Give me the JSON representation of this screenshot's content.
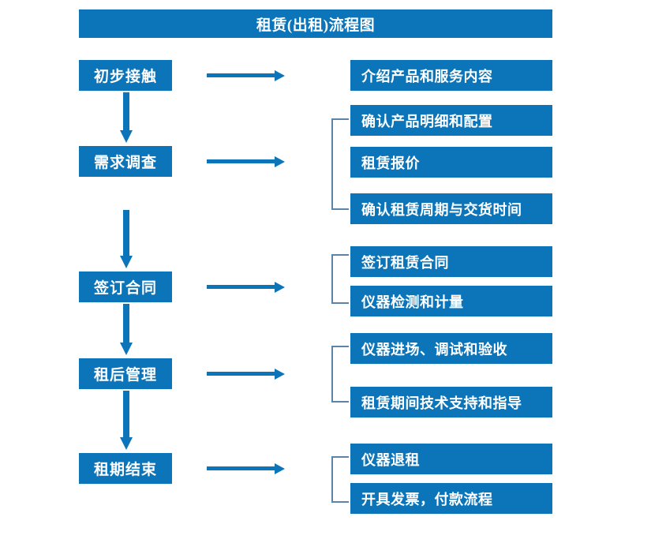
{
  "title": {
    "text": "租赁(出租)流程图"
  },
  "theme": {
    "box_fill": "#0c75ba",
    "box_text": "#ffffff",
    "arrow_color": "#0c75ba",
    "bracket_color": "#5b84a8",
    "background": "#ffffff"
  },
  "stages": [
    {
      "label": "初步接触"
    },
    {
      "label": "需求调查"
    },
    {
      "label": "签订合同"
    },
    {
      "label": "租后管理"
    },
    {
      "label": "租期结束"
    }
  ],
  "details": [
    {
      "label": "介绍产品和服务内容"
    },
    {
      "label": "确认产品明细和配置"
    },
    {
      "label": "租赁报价"
    },
    {
      "label": "确认租赁周期与交货时间"
    },
    {
      "label": "签订租赁合同"
    },
    {
      "label": "仪器检测和计量"
    },
    {
      "label": "仪器进场、调试和验收"
    },
    {
      "label": "租赁期间技术支持和指导"
    },
    {
      "label": "仪器退租"
    },
    {
      "label": "开具发票，付款流程"
    }
  ],
  "arrows": {
    "horizontal_count": 5,
    "vertical_count": 4,
    "direction_horizontal": "right",
    "direction_vertical": "down"
  },
  "brackets": {
    "count": 4,
    "groups": [
      [
        "确认产品明细和配置",
        "租赁报价",
        "确认租赁周期与交货时间"
      ],
      [
        "签订租赁合同",
        "仪器检测和计量"
      ],
      [
        "仪器进场、调试和验收",
        "租赁期间技术支持和指导"
      ],
      [
        "仪器退租",
        "开具发票，付款流程"
      ]
    ]
  }
}
